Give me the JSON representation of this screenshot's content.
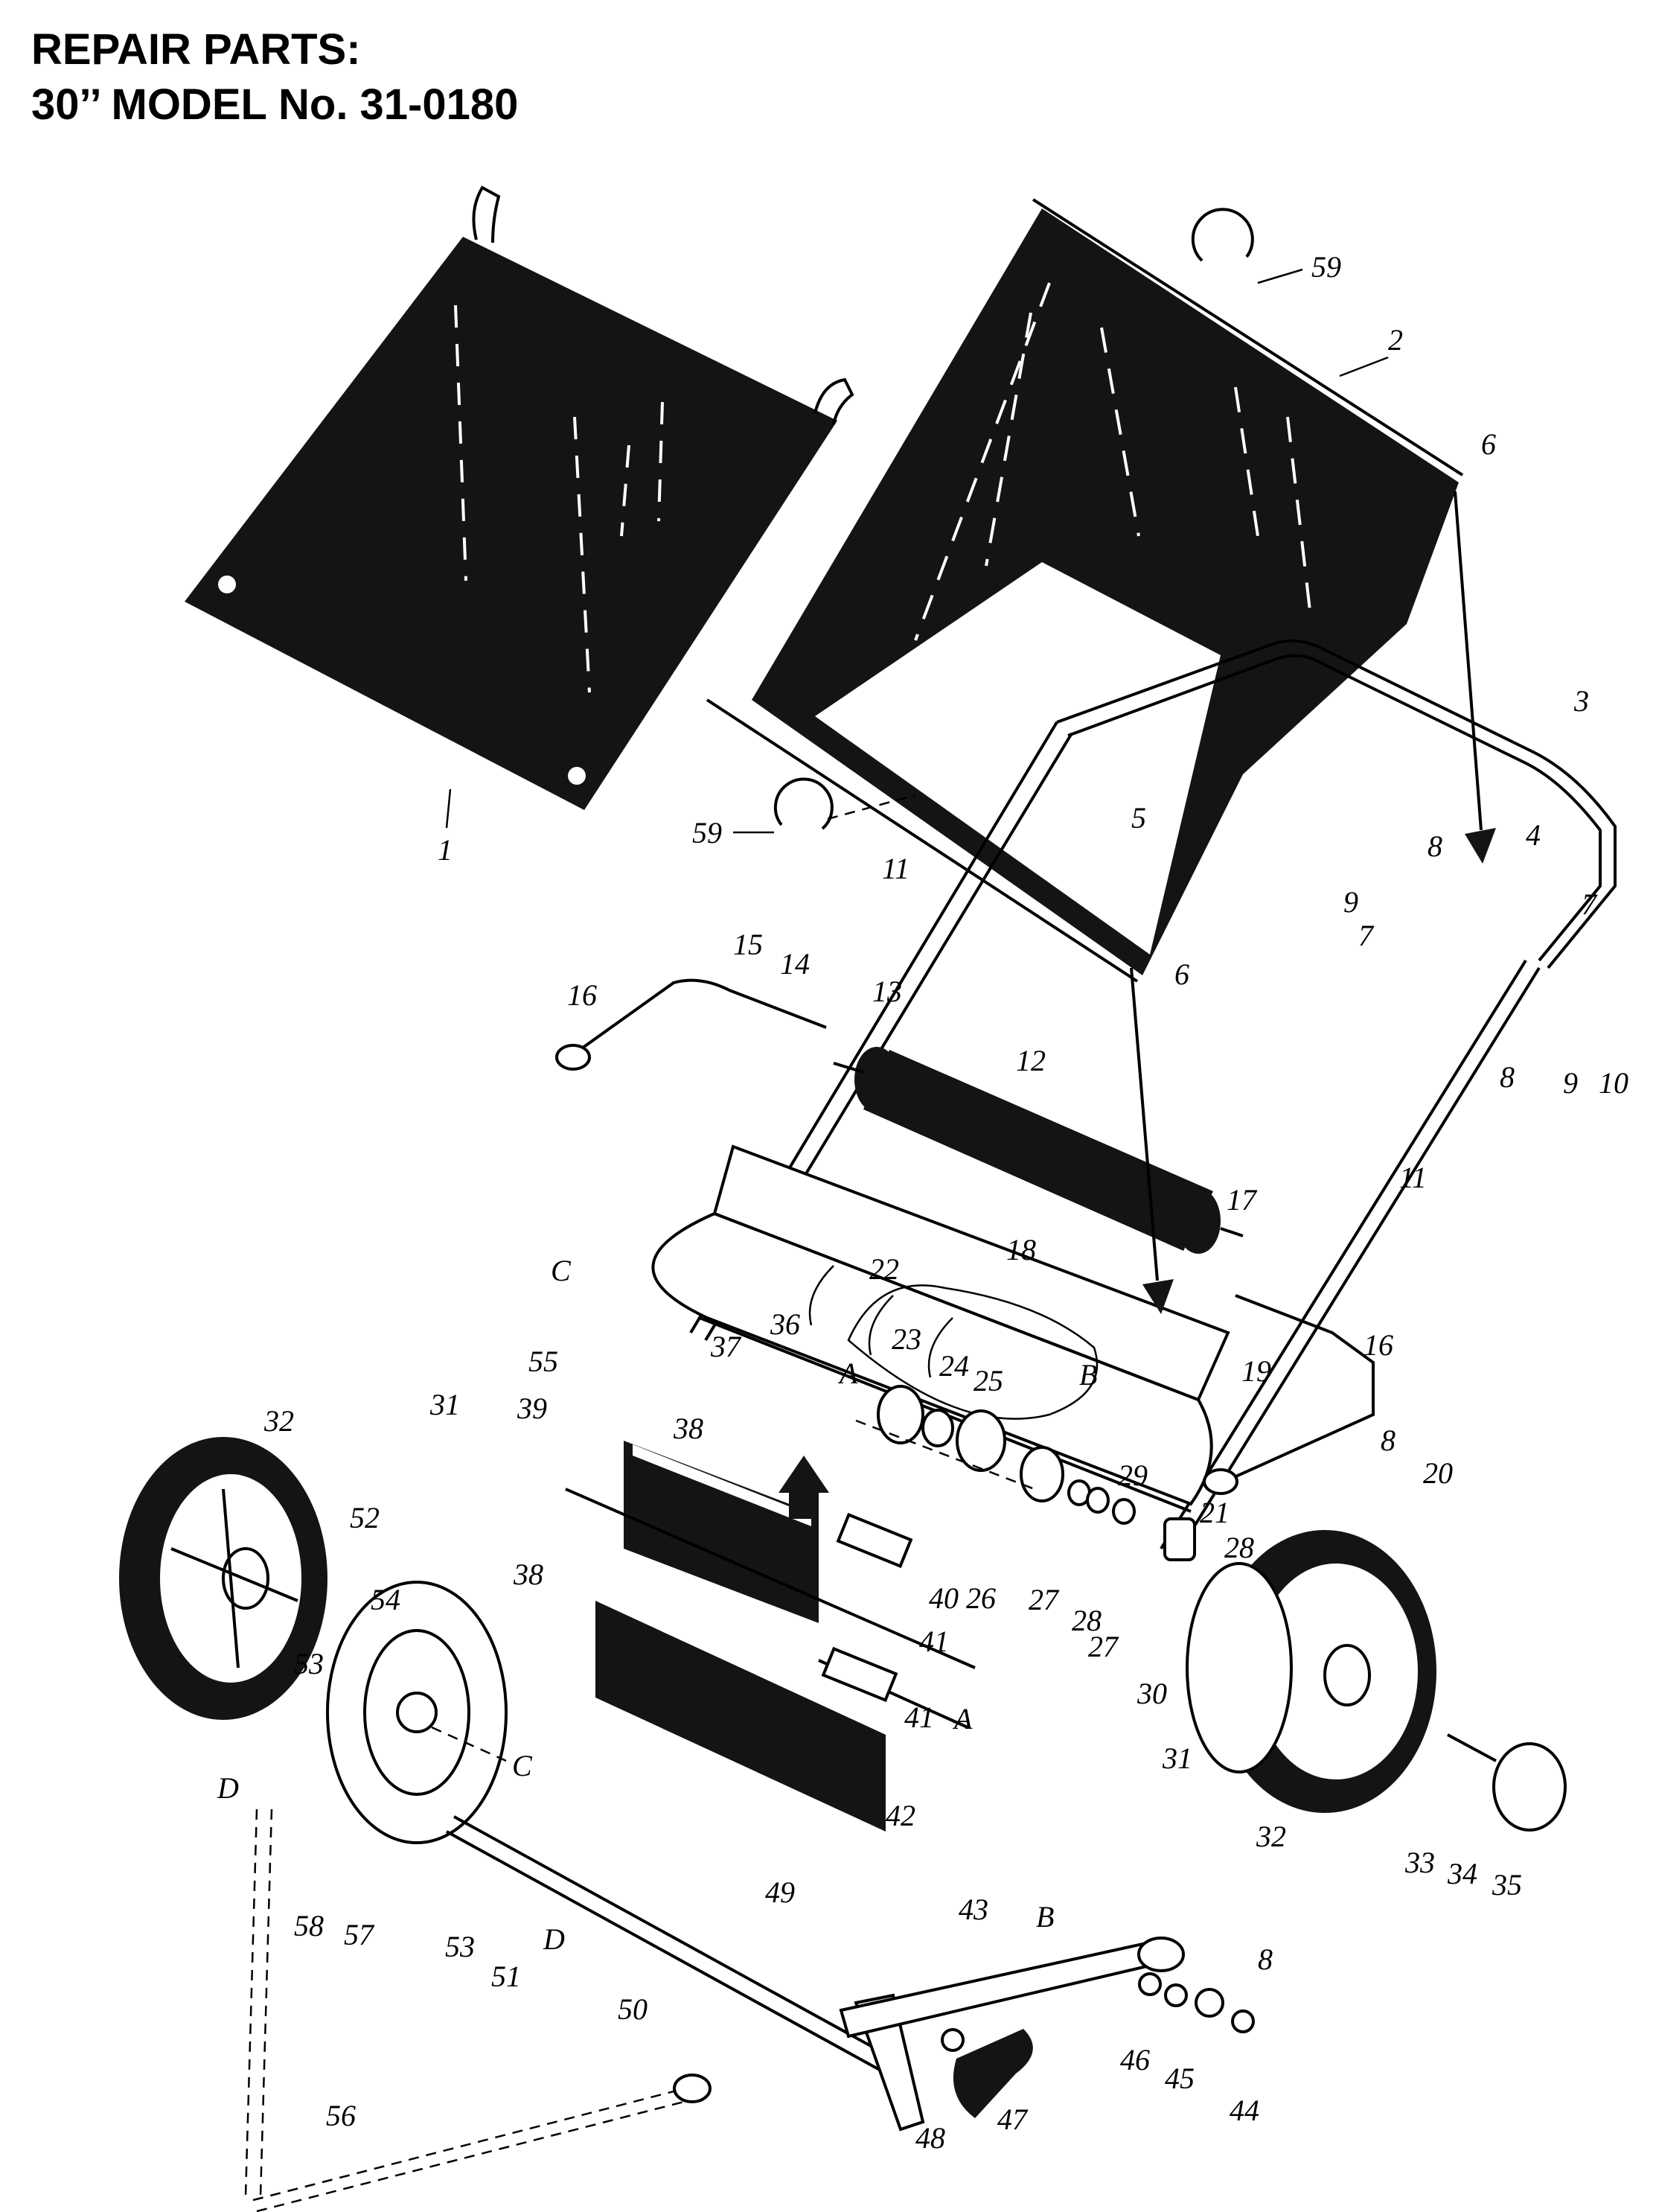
{
  "heading": {
    "line1": "REPAIR PARTS:",
    "line2": "30’’ MODEL No. 31-0180"
  },
  "callouts": [
    "1",
    "2",
    "3",
    "4",
    "5",
    "6",
    "6",
    "7",
    "7",
    "8",
    "8",
    "8",
    "8",
    "9",
    "9",
    "10",
    "11",
    "11",
    "12",
    "13",
    "14",
    "15",
    "16",
    "16",
    "17",
    "18",
    "19",
    "20",
    "21",
    "22",
    "23",
    "24",
    "25",
    "26",
    "27",
    "27",
    "28",
    "28",
    "29",
    "30",
    "31",
    "31",
    "32",
    "32",
    "33",
    "34",
    "35",
    "36",
    "37",
    "38",
    "38",
    "39",
    "40",
    "41",
    "41",
    "42",
    "43",
    "44",
    "45",
    "46",
    "47",
    "48",
    "49",
    "50",
    "51",
    "52",
    "53",
    "53",
    "54",
    "55",
    "56",
    "57",
    "58",
    "59",
    "59",
    "A",
    "A",
    "B",
    "B",
    "C",
    "C",
    "D",
    "D"
  ],
  "icons": [
    "arrow-down-icon",
    "arrow-up-icon"
  ]
}
